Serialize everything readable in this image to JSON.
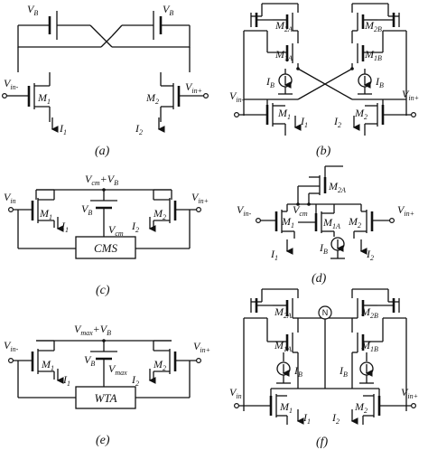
{
  "panels": {
    "a": {
      "caption": "(a)",
      "vb_left": "V",
      "vb_left_sub": "B",
      "vb_right": "V",
      "vb_right_sub": "B",
      "vin_minus": "V",
      "vin_minus_sub": "in-",
      "vin_plus": "V",
      "vin_plus_sub": "in+",
      "m1": "M",
      "m1_sub": "1",
      "m2": "M",
      "m2_sub": "2",
      "i1": "I",
      "i1_sub": "1",
      "i2": "I",
      "i2_sub": "2"
    },
    "b": {
      "caption": "(b)",
      "m2a": "M",
      "m2a_sub": "2A",
      "m2b": "M",
      "m2b_sub": "2B",
      "m1a": "M",
      "m1a_sub": "1A",
      "m1b": "M",
      "m1b_sub": "1B",
      "ib_left": "I",
      "ib_left_sub": "B",
      "ib_right": "I",
      "ib_right_sub": "B",
      "vin_minus": "V",
      "vin_minus_sub": "in-",
      "vin_plus": "V",
      "vin_plus_sub": "in+",
      "m1": "M",
      "m1_sub": "1",
      "m2": "M",
      "m2_sub": "2",
      "i1": "I",
      "i1_sub": "1",
      "i2": "I",
      "i2_sub": "2"
    },
    "c": {
      "caption": "(c)",
      "vcm_top": "V",
      "vcm_top_sub": "cm",
      "plus": "+",
      "vb_top": "V",
      "vb_top_sub": "B",
      "vb": "V",
      "vb_sub": "B",
      "vcm": "V",
      "vcm_sub": "cm",
      "vin_minus": "V",
      "vin_minus_sub": "in",
      "vin_plus": "V",
      "vin_plus_sub": "in+",
      "m1": "M",
      "m1_sub": "1",
      "m2": "M",
      "m2_sub": "2",
      "i1": "I",
      "i1_sub": "1",
      "i2": "I",
      "i2_sub": "2",
      "block": "CMS"
    },
    "d": {
      "caption": "(d)",
      "m2a": "M",
      "m2a_sub": "2A",
      "m1a": "M",
      "m1a_sub": "1A",
      "vcm": "V",
      "vcm_sub": "cm",
      "vin_minus": "V",
      "vin_minus_sub": "in-",
      "vin_plus": "V",
      "vin_plus_sub": "in+",
      "m1": "M",
      "m1_sub": "1",
      "m2": "M",
      "m2_sub": "2",
      "ib": "I",
      "ib_sub": "B",
      "i1": "I",
      "i1_sub": "1",
      "i2": "I",
      "i2_sub": "2"
    },
    "e": {
      "caption": "(e)",
      "vmax_top": "V",
      "vmax_top_sub": "max",
      "plus": "+",
      "vb_top": "V",
      "vb_top_sub": "B",
      "vb": "V",
      "vb_sub": "B",
      "vmax": "V",
      "vmax_sub": "max",
      "vin_minus": "V",
      "vin_minus_sub": "in-",
      "vin_plus": "V",
      "vin_plus_sub": "in+",
      "m1": "M",
      "m1_sub": "1",
      "m2": "M",
      "m2_sub": "2",
      "i1": "I",
      "i1_sub": "1",
      "i2": "I",
      "i2_sub": "2",
      "block": "WTA"
    },
    "f": {
      "caption": "(f)",
      "node": "N",
      "m2a": "M",
      "m2a_sub": "2A",
      "m2b": "M",
      "m2b_sub": "2B",
      "m1a": "M",
      "m1a_sub": "1A",
      "m1b": "M",
      "m1b_sub": "1B",
      "ib_left": "I",
      "ib_left_sub": "B",
      "ib_right": "I",
      "ib_right_sub": "B",
      "vin_minus": "V",
      "vin_minus_sub": "in",
      "vin_plus": "V",
      "vin_plus_sub": "in+",
      "m1": "M",
      "m1_sub": "1",
      "m2": "M",
      "m2_sub": "2",
      "i1": "I",
      "i1_sub": "1",
      "i2": "I",
      "i2_sub": "2"
    }
  }
}
